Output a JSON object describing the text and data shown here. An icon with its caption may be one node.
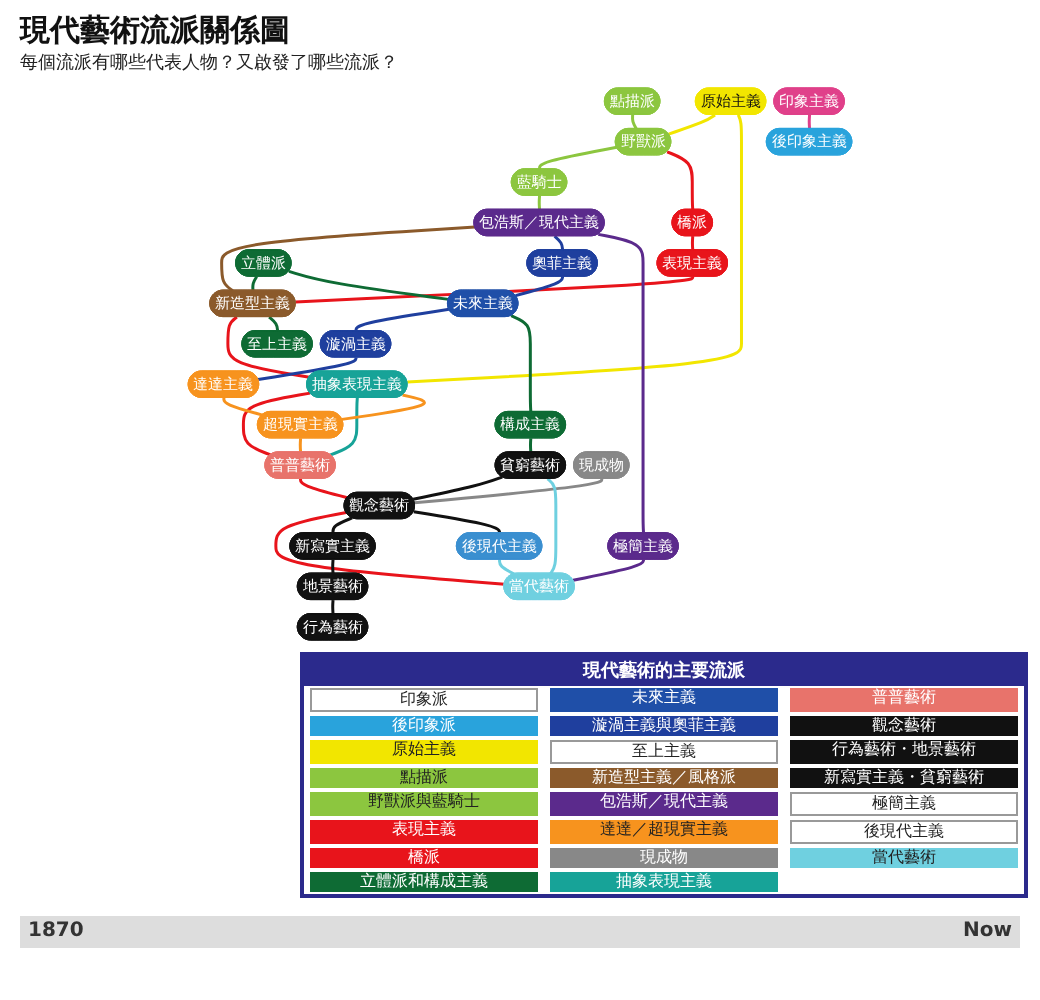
{
  "diagram": {
    "title": "現代藝術流派關係圖",
    "caption": "每個流派有哪些代表人物？又啟發了哪些流派？",
    "nodes": [
      {
        "text": [
          "包浩斯／現代主義"
        ]
      },
      {
        "text": [
          "原始主義"
        ]
      },
      {
        "text": [
          "野獸派"
        ]
      },
      {
        "text": [
          "藍騎士"
        ]
      },
      {
        "text": [
          "點描派"
        ]
      },
      {
        "text": [
          "橋派"
        ]
      },
      {
        "text": [
          "表現主義"
        ]
      },
      {
        "text": [
          "新造型主義"
        ]
      },
      {
        "text": [
          "至上主義"
        ]
      },
      {
        "text": [
          "抽象表現主義"
        ]
      },
      {
        "text": [
          "普普藝術"
        ]
      },
      {
        "text": [
          "貧窮藝術"
        ]
      },
      {
        "text": [
          "觀念藝術"
        ]
      },
      {
        "text": [
          "極簡主義"
        ]
      },
      {
        "text": [
          "後現代主義"
        ]
      },
      {
        "text": [
          "當代藝術"
        ]
      },
      {
        "text": [
          "新寫實主義"
        ]
      },
      {
        "text": [
          "地景藝術"
        ]
      },
      {
        "text": [
          "行為藝術"
        ]
      },
      {
        "text": [
          "後印象主義"
        ]
      },
      {
        "text": [
          "印象主義"
        ]
      },
      {
        "text": [
          "立體派"
        ]
      },
      {
        "text": [
          "未來主義"
        ]
      },
      {
        "text": [
          "奧菲主義"
        ]
      },
      {
        "text": [
          "構成主義"
        ]
      },
      {
        "text": [
          "漩渦主義"
        ]
      },
      {
        "text": [
          "達達主義"
        ]
      },
      {
        "text": [
          "超現實主義"
        ]
      },
      {
        "text": [
          "現成物"
        ]
      }
    ],
    "edges": [
      {
        "from": 20,
        "to": 19,
        "arrow": "none",
        "color": "#e0408a"
      },
      {
        "from": 1,
        "to": 2,
        "arrow": "none",
        "color": "#f2e600"
      },
      {
        "from": 1,
        "to": 9,
        "arrow": "none",
        "color": "#f2e600"
      },
      {
        "from": 4,
        "to": 2,
        "arrow": "none",
        "color": "#8cc63f"
      },
      {
        "from": 2,
        "to": 3,
        "arrow": "none",
        "color": "#8cc63f"
      },
      {
        "from": 3,
        "to": 0,
        "arrow": "none",
        "color": "#8cc63f"
      },
      {
        "from": 2,
        "to": 5,
        "arrow": "none",
        "color": "#e8141b"
      },
      {
        "from": 5,
        "to": 6,
        "arrow": "none",
        "color": "#e8141b"
      },
      {
        "from": 6,
        "to": 7,
        "arrow": "none",
        "color": "#e8141b"
      },
      {
        "from": 7,
        "to": 9,
        "arrow": "none",
        "color": "#e8141b"
      },
      {
        "from": 9,
        "to": 10,
        "arrow": "none",
        "color": "#e8141b"
      },
      {
        "from": 10,
        "to": 12,
        "arrow": "none",
        "color": "#e8141b"
      },
      {
        "from": 12,
        "to": 15,
        "arrow": "none",
        "color": "#e8141b"
      },
      {
        "from": 0,
        "to": 7,
        "arrow": "none",
        "color": "#8b5a2b"
      },
      {
        "from": 0,
        "to": 23,
        "arrow": "none",
        "color": "#1f3f9e"
      },
      {
        "from": 23,
        "to": 22,
        "arrow": "none",
        "color": "#1f3f9e"
      },
      {
        "from": 22,
        "to": 25,
        "arrow": "none",
        "color": "#1f3f9e"
      },
      {
        "from": 25,
        "to": 26,
        "arrow": "none",
        "color": "#1f3f9e"
      },
      {
        "from": 21,
        "to": 7,
        "arrow": "none",
        "color": "#0e6b34"
      },
      {
        "from": 7,
        "to": 8,
        "arrow": "none",
        "color": "#0e6b34"
      },
      {
        "from": 21,
        "to": 22,
        "arrow": "none",
        "color": "#0e6b34"
      },
      {
        "from": 22,
        "to": 24,
        "arrow": "none",
        "color": "#0e6b34"
      },
      {
        "from": 24,
        "to": 11,
        "arrow": "none",
        "color": "#0e6b34"
      },
      {
        "from": 9,
        "to": 10,
        "arrow": "none",
        "color": "#17a398"
      },
      {
        "from": 26,
        "to": 27,
        "arrow": "none",
        "color": "#f7931e"
      },
      {
        "from": 9,
        "to": 27,
        "arrow": "none",
        "color": "#f7931e"
      },
      {
        "from": 27,
        "to": 10,
        "arrow": "none",
        "color": "#f7931e"
      },
      {
        "from": 28,
        "to": 12,
        "arrow": "none",
        "color": "#888888"
      },
      {
        "from": 11,
        "to": 12,
        "arrow": "none",
        "color": "#111111"
      },
      {
        "from": 12,
        "to": 16,
        "arrow": "none",
        "color": "#111111"
      },
      {
        "from": 16,
        "to": 17,
        "arrow": "none",
        "color": "#111111"
      },
      {
        "from": 17,
        "to": 18,
        "arrow": "none",
        "color": "#111111"
      },
      {
        "from": 12,
        "to": 14,
        "arrow": "none",
        "color": "#111111"
      },
      {
        "from": 0,
        "to": 13,
        "arrow": "none",
        "color": "#5b2a8c"
      },
      {
        "from": 13,
        "to": 15,
        "arrow": "none",
        "color": "#5b2a8c"
      },
      {
        "from": 11,
        "to": 15,
        "arrow": "none",
        "color": "#6fd0e0"
      },
      {
        "from": 14,
        "to": 15,
        "arrow": "none",
        "color": "#6fd0e0"
      }
    ],
    "labels": [
      "1870",
      "Now"
    ],
    "legend": [
      {
        "text": "現代藝術的主要流派",
        "color": "#2b2a8c"
      },
      {
        "text": "印象派",
        "color": "#ffffff"
      },
      {
        "text": "後印象派",
        "color": "#29a3dc"
      },
      {
        "text": "原始主義",
        "color": "#f2e600"
      },
      {
        "text": "點描派",
        "color": "#8cc63f"
      },
      {
        "text": "野獸派與藍騎士",
        "color": "#8cc63f"
      },
      {
        "text": "表現主義",
        "color": "#e8141b"
      },
      {
        "text": "橋派",
        "color": "#e8141b"
      },
      {
        "text": "立體派和構成主義",
        "color": "#0e6b34"
      },
      {
        "text": "未來主義",
        "color": "#1f4fa8"
      },
      {
        "text": "漩渦主義與奧菲主義",
        "color": "#1f3f9e"
      },
      {
        "text": "至上主義",
        "color": "#ffffff"
      },
      {
        "text": "新造型主義／風格派",
        "color": "#8b5a2b"
      },
      {
        "text": "包浩斯／現代主義",
        "color": "#5b2a8c"
      },
      {
        "text": "達達／超現實主義",
        "color": "#f7931e"
      },
      {
        "text": "現成物",
        "color": "#888888"
      },
      {
        "text": "抽象表現主義",
        "color": "#17a398"
      },
      {
        "text": "普普藝術",
        "color": "#e8736b"
      },
      {
        "text": "觀念藝術",
        "color": "#111111"
      },
      {
        "text": "行為藝術・地景藝術",
        "color": "#111111"
      },
      {
        "text": "新寫實主義・貧窮藝術",
        "color": "#111111"
      },
      {
        "text": "極簡主義",
        "color": "#ffffff"
      },
      {
        "text": "後現代主義",
        "color": "#ffffff"
      },
      {
        "text": "當代藝術",
        "color": "#6fd0e0"
      }
    ]
  }
}
